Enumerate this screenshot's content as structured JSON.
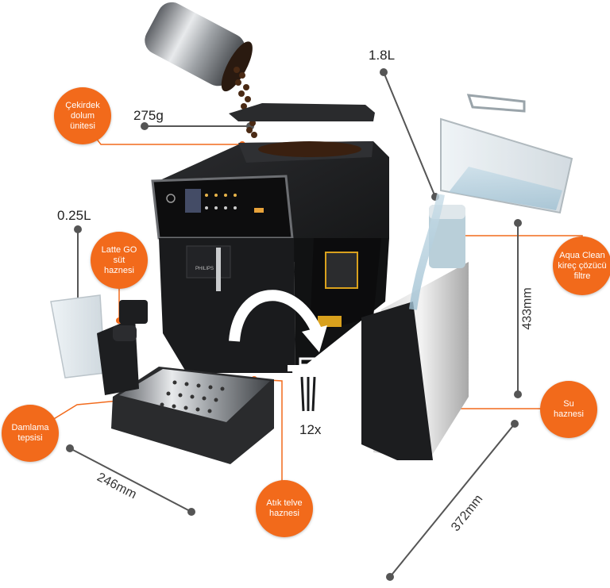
{
  "colors": {
    "accent": "#f26a1b",
    "line_dark": "#555555",
    "machine": "#1e1f21"
  },
  "brand": "PHILIPS",
  "callouts": {
    "bean": [
      "Çekirdek",
      "dolum",
      "ünitesi"
    ],
    "latte": [
      "Latte GO",
      "süt",
      "haznesi"
    ],
    "drip": [
      "Damlama",
      "tepsisi"
    ],
    "grounds": [
      "Atık telve",
      "haznesi"
    ],
    "filter": [
      "Aqua Clean",
      "kireç çözücü",
      "filtre"
    ],
    "water": [
      "Su",
      "haznesi"
    ]
  },
  "measures": {
    "beans": "275g",
    "milk": "0.25L",
    "water": "1.8L",
    "height": "433mm",
    "width": "246mm",
    "depth": "372mm",
    "grounds_count": "12x"
  }
}
